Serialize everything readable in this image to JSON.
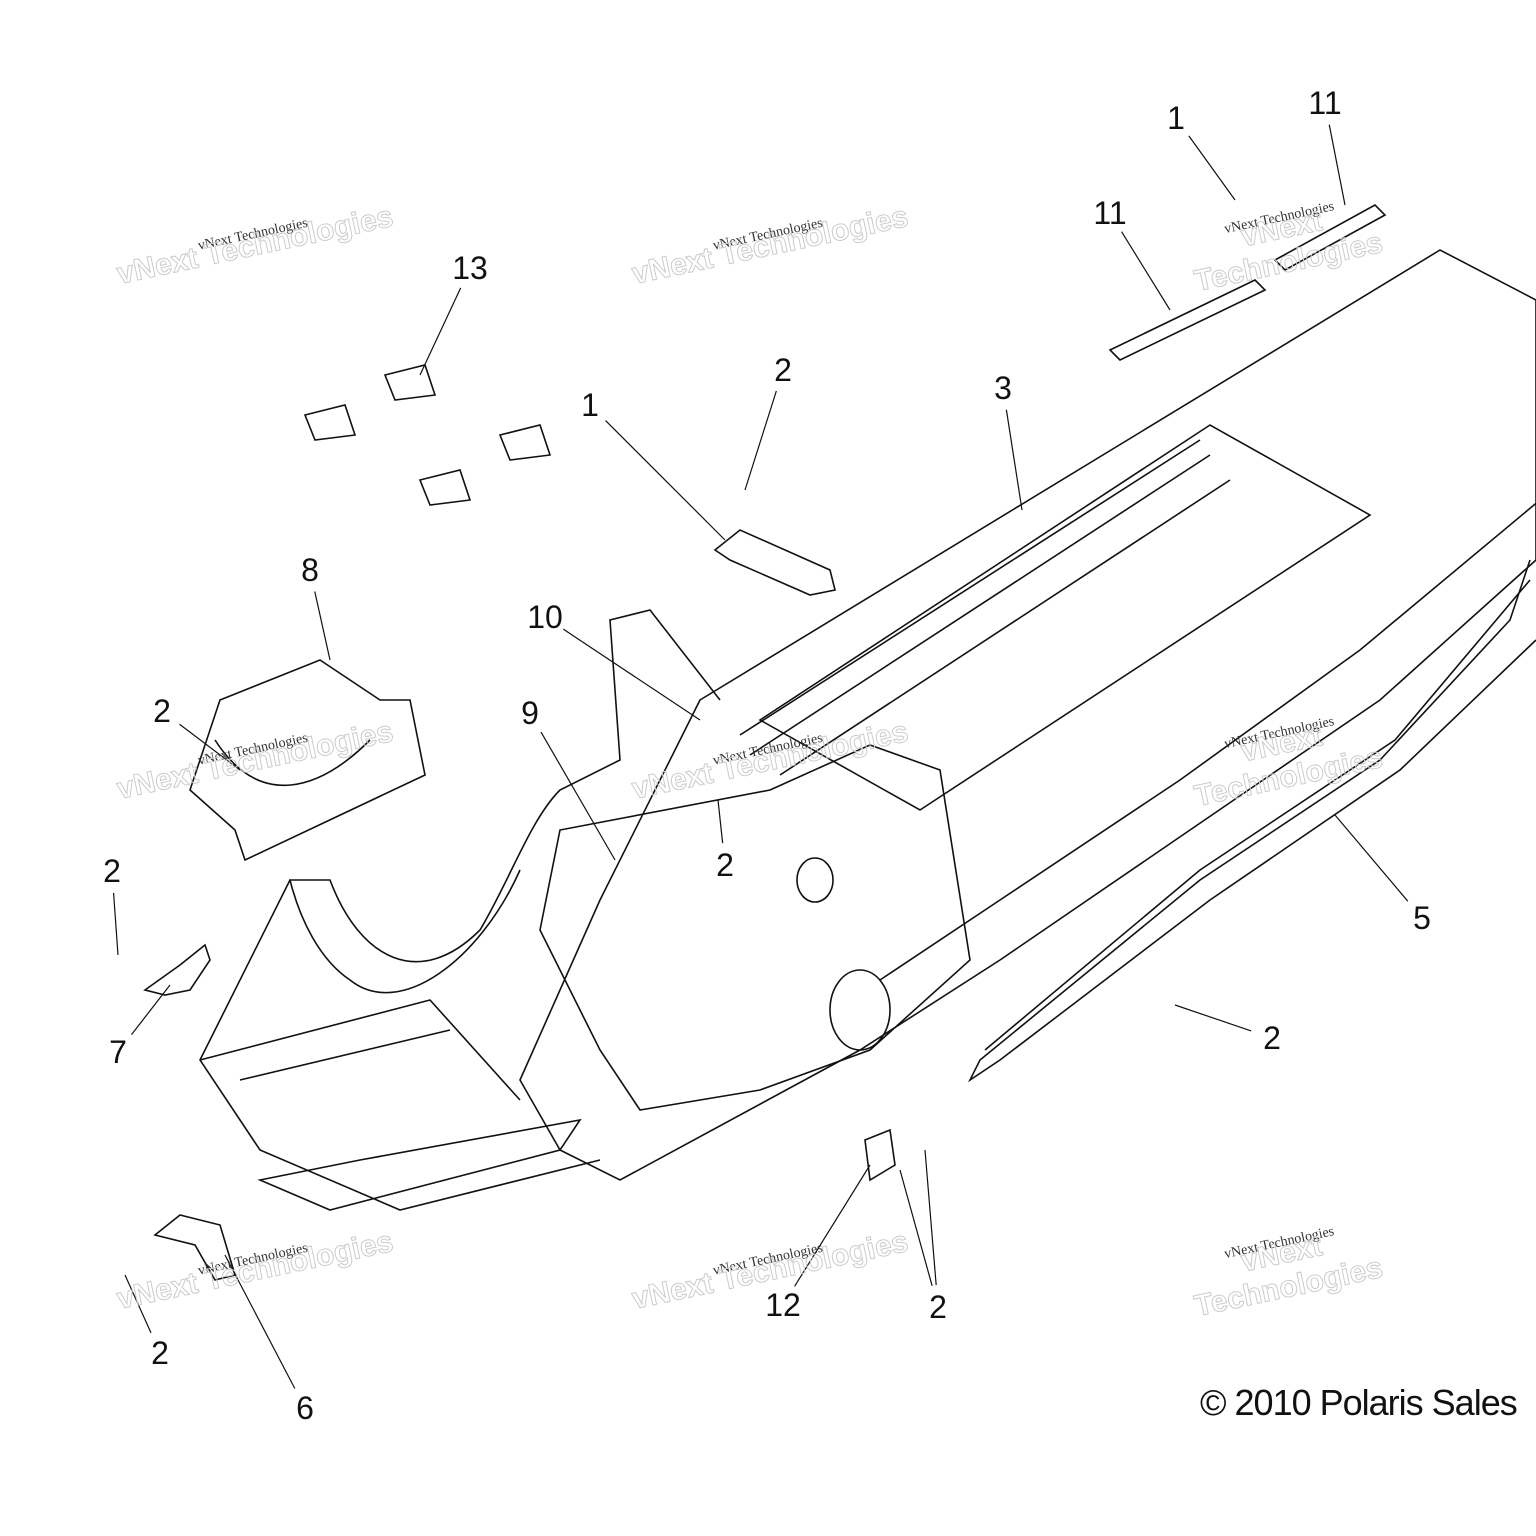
{
  "diagram": {
    "callouts": [
      "1",
      "11",
      "11",
      "13",
      "2",
      "1",
      "3",
      "8",
      "10",
      "2",
      "9",
      "2",
      "2",
      "5",
      "7",
      "2",
      "12",
      "2",
      "2",
      "6"
    ],
    "copyright": "© 2010 Polaris Sales",
    "watermark": {
      "line1": "vNext Technologies",
      "line2": "vNext Technologies"
    },
    "colors": {
      "line": "#111111",
      "watermark": "#cccccc"
    }
  }
}
